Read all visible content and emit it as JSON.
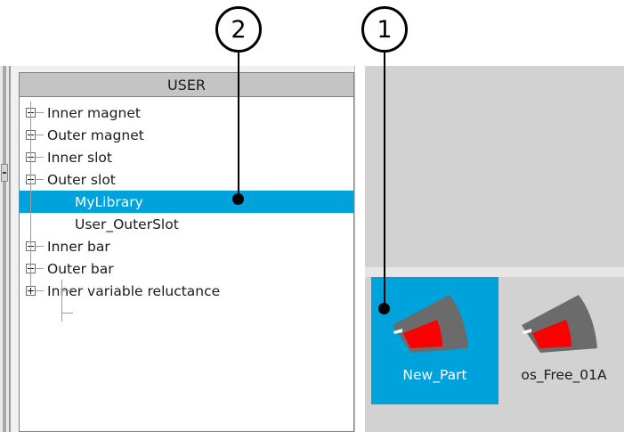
{
  "callouts": [
    {
      "number": "2",
      "target": "library-tree-selected-node"
    },
    {
      "number": "1",
      "target": "part-thumbnail-selected"
    }
  ],
  "tree_panel": {
    "header_title": "USER",
    "items": [
      {
        "label": "Inner magnet",
        "expander": "plus",
        "depth": 0,
        "selected": false
      },
      {
        "label": "Outer magnet",
        "expander": "plus",
        "depth": 0,
        "selected": false
      },
      {
        "label": "Inner slot",
        "expander": "plus",
        "depth": 0,
        "selected": false
      },
      {
        "label": "Outer slot",
        "expander": "minus",
        "depth": 0,
        "selected": false
      },
      {
        "label": "MyLibrary",
        "expander": "none",
        "depth": 1,
        "selected": true
      },
      {
        "label": "User_OuterSlot",
        "expander": "none",
        "depth": 1,
        "selected": false
      },
      {
        "label": "Inner bar",
        "expander": "plus",
        "depth": 0,
        "selected": false
      },
      {
        "label": "Outer bar",
        "expander": "plus",
        "depth": 0,
        "selected": false
      },
      {
        "label": "Inner variable reluctance",
        "expander": "plus",
        "depth": 0,
        "selected": false
      }
    ]
  },
  "thumbnails": {
    "items": [
      {
        "label": "New_Part",
        "selected": true
      },
      {
        "label": "os_Free_01A",
        "selected": false
      }
    ]
  },
  "colors": {
    "selection_blue": "#00a2db",
    "panel_gray": "#d2d2d2",
    "header_gray": "#c4c4c4",
    "geometry_gray": "#6b6b6b",
    "geometry_red": "#fa0000"
  }
}
